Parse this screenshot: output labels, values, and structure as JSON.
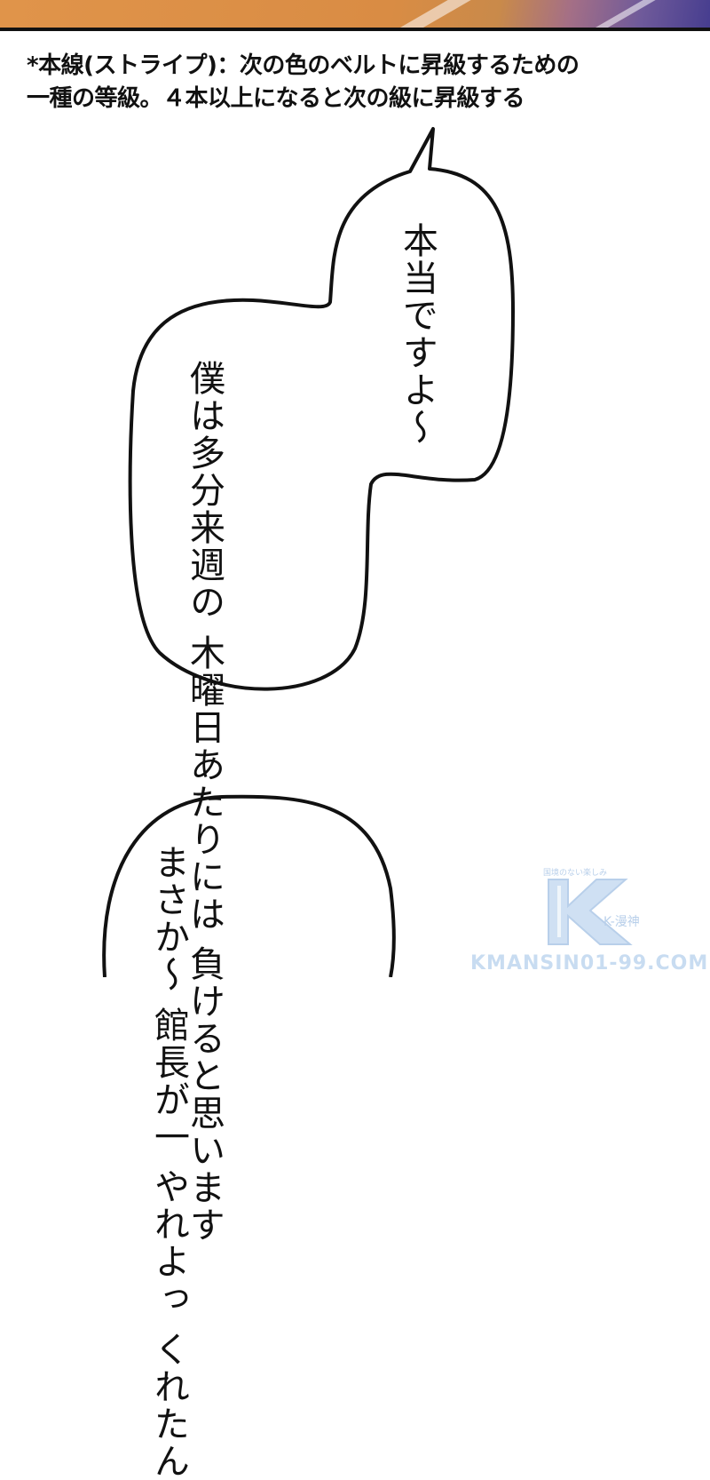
{
  "footnote": {
    "line1": "*本線(ストライプ)：次の色のベルトに昇級するための",
    "line2": "一種の等級。４本以上になると次の級に昇級する"
  },
  "bubble1": {
    "col1": "本当ですよ〜"
  },
  "bubble2": {
    "col1": "僕は多分来週の",
    "col2": "木曜日あたりには",
    "col3": "負けると思います"
  },
  "bubble3": {
    "col1": "まさか〜",
    "col2": "館長が一",
    "col3": "やれよっ",
    "col4": "くれたん"
  },
  "watermark": {
    "top_text": "国境のない楽しみ",
    "logo_letter": "K",
    "sub_text": "K-漫神",
    "url": "KMANSIN01-99.COM"
  },
  "colors": {
    "strip_orange": "#e0944a",
    "strip_purple": "#463d8f",
    "watermark_blue": "#7fa9d9"
  }
}
